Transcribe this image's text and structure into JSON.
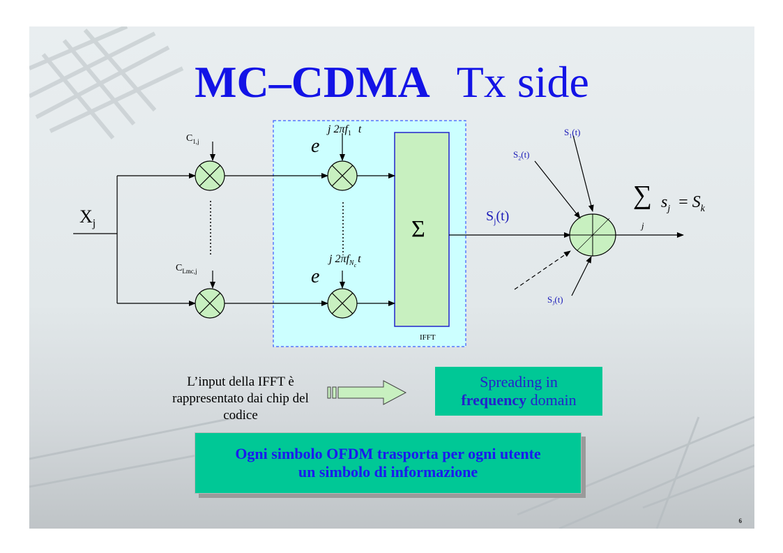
{
  "title": {
    "bold": "MC–CDMA",
    "normal": "Tx side"
  },
  "diagram": {
    "input_label": "X",
    "input_sub": "j",
    "code_top": "C",
    "code_top_sub": "1,j",
    "code_bottom": "C",
    "code_bottom_sub": "Lmc,j",
    "exp_base": "e",
    "exp_top_power": "j 2πf",
    "exp_top_sub": "1",
    "exp_top_t": "t",
    "exp_bottom_power": "j 2πf",
    "exp_bottom_sub": "N",
    "exp_bottom_subsub": "c",
    "exp_bottom_t": "t",
    "sum_symbol": "Σ",
    "ifft_label": "IFFT",
    "sj_label": "S",
    "sj_sub": "j",
    "sj_t": "(t)",
    "s1": "S",
    "s1_sub": "1",
    "s1_t": "(t)",
    "s2": "S",
    "s2_sub": "2",
    "s2_t": "(t)",
    "sJ": "S",
    "sJ_sub": "J",
    "sJ_t": "(t)",
    "formula_sum": "∑",
    "formula_s": "s",
    "formula_j": "j",
    "formula_eq": "=",
    "formula_S": "S",
    "formula_k": "k",
    "formula_under": "j"
  },
  "note": {
    "line1": "L’input della IFFT è",
    "line2": "rappresentato dai chip del",
    "line3": "codice"
  },
  "spreading": {
    "line1": "Spreading in",
    "line2_bold": "frequency",
    "line2_rest": " domain"
  },
  "bottom_box": {
    "line1": "Ogni simbolo OFDM trasporta per ogni utente",
    "line2": "un simbolo di informazione"
  },
  "page_number": "6",
  "colors": {
    "title": "#1313e6",
    "teal": "#00c896",
    "multiplier_fill": "#c8f0c0",
    "ifft_fill": "#c8f0c0",
    "panel_fill": "#ccffff"
  }
}
